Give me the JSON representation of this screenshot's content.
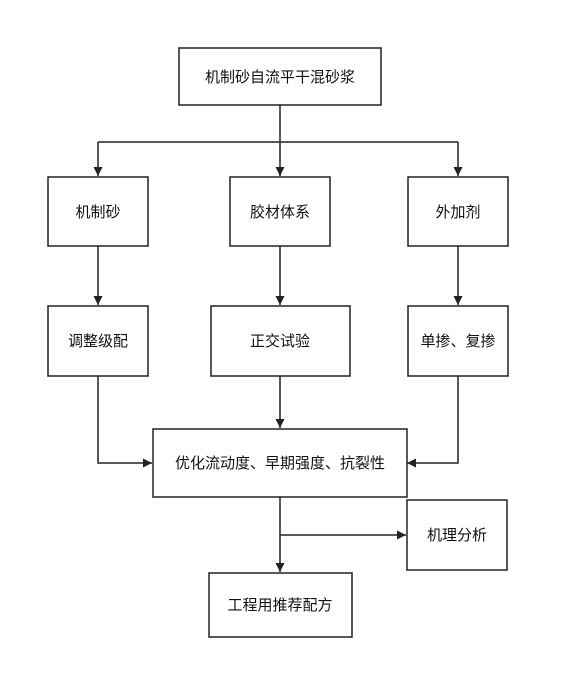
{
  "nodes": {
    "root": "机制砂自流平干混砂浆",
    "sand": "机制砂",
    "binder": "胶材体系",
    "admixture": "外加剂",
    "gradation": "调整级配",
    "orthogonal": "正交试验",
    "dosing": "单掺、复掺",
    "optimize": "优化流动度、早期强度、抗裂性",
    "mechanism": "机理分析",
    "formula": "工程用推荐配方"
  }
}
